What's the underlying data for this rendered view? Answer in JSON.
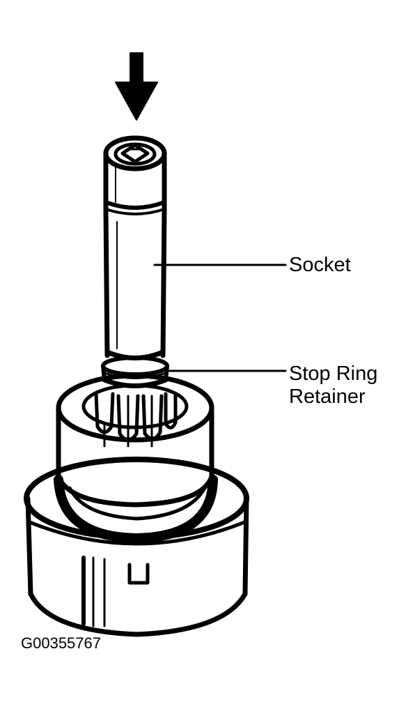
{
  "labels": {
    "socket": "Socket",
    "stop_ring_line1": "Stop Ring",
    "stop_ring_line2": "Retainer"
  },
  "figure_id": "G00355767",
  "colors": {
    "ink": "#000000",
    "paper": "#ffffff"
  },
  "icons": {
    "arrow": "down-arrow-icon"
  }
}
